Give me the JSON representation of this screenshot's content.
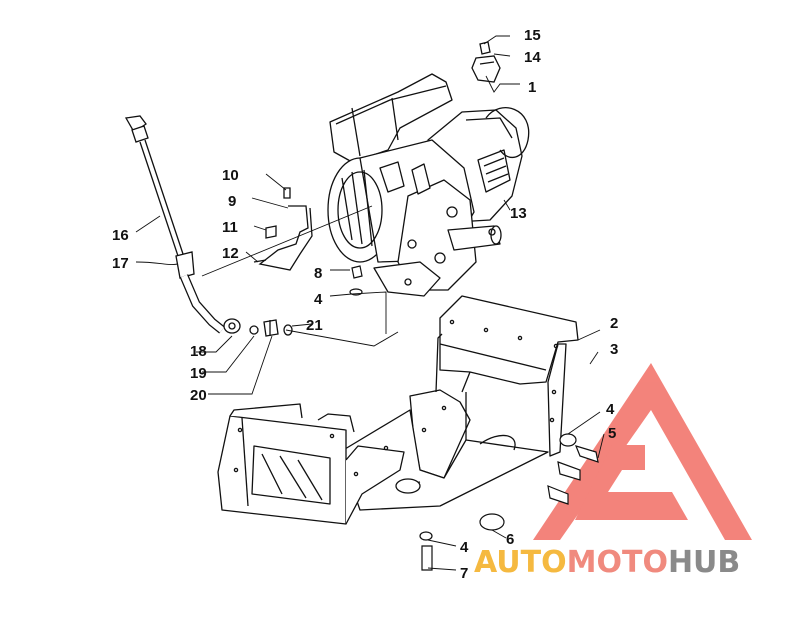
{
  "diagram": {
    "labels": {
      "l1": "1",
      "l2": "2",
      "l3": "3",
      "l4a": "4",
      "l4b": "4",
      "l4c": "4",
      "l5": "5",
      "l6": "6",
      "l7": "7",
      "l8": "8",
      "l9": "9",
      "l10": "10",
      "l11": "11",
      "l12": "12",
      "l13": "13",
      "l14": "14",
      "l15": "15",
      "l16": "16",
      "l17": "17",
      "l18": "18",
      "l19": "19",
      "l20": "20",
      "l21": "21"
    }
  },
  "watermark": {
    "part_auto": "AUTO",
    "part_moto": "MOTO",
    "part_hub": "HUB",
    "colors": {
      "auto": "#f5b940",
      "moto": "#f08a7e",
      "hub": "#8a8a8a",
      "logo": "#f05a4f"
    }
  }
}
